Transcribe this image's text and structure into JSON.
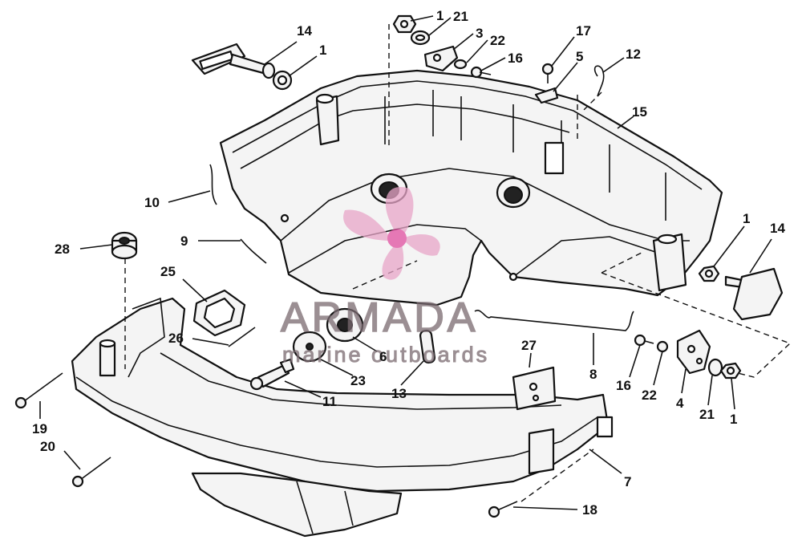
{
  "callouts": [
    {
      "id": "c1a",
      "label": "1"
    },
    {
      "id": "c21a",
      "label": "21"
    },
    {
      "id": "c3",
      "label": "3"
    },
    {
      "id": "c22a",
      "label": "22"
    },
    {
      "id": "c16a",
      "label": "16"
    },
    {
      "id": "c17",
      "label": "17"
    },
    {
      "id": "c5",
      "label": "5"
    },
    {
      "id": "c12",
      "label": "12"
    },
    {
      "id": "c14a",
      "label": "14"
    },
    {
      "id": "c1b",
      "label": "1"
    },
    {
      "id": "c15",
      "label": "15"
    },
    {
      "id": "c10",
      "label": "10"
    },
    {
      "id": "c9",
      "label": "9"
    },
    {
      "id": "c28",
      "label": "28"
    },
    {
      "id": "c25",
      "label": "25"
    },
    {
      "id": "c26",
      "label": "26"
    },
    {
      "id": "c1c",
      "label": "1"
    },
    {
      "id": "c14b",
      "label": "14"
    },
    {
      "id": "c6",
      "label": "6"
    },
    {
      "id": "c23",
      "label": "23"
    },
    {
      "id": "c11",
      "label": "11"
    },
    {
      "id": "c13",
      "label": "13"
    },
    {
      "id": "c27",
      "label": "27"
    },
    {
      "id": "c8",
      "label": "8"
    },
    {
      "id": "c16b",
      "label": "16"
    },
    {
      "id": "c22b",
      "label": "22"
    },
    {
      "id": "c4",
      "label": "4"
    },
    {
      "id": "c21b",
      "label": "21"
    },
    {
      "id": "c1d",
      "label": "1"
    },
    {
      "id": "c19",
      "label": "19"
    },
    {
      "id": "c20",
      "label": "20"
    },
    {
      "id": "c7",
      "label": "7"
    },
    {
      "id": "c18",
      "label": "18"
    }
  ],
  "watermark": {
    "brand": "ARMADA",
    "tagline": "marine outboards",
    "color": "#e8a6c8"
  }
}
